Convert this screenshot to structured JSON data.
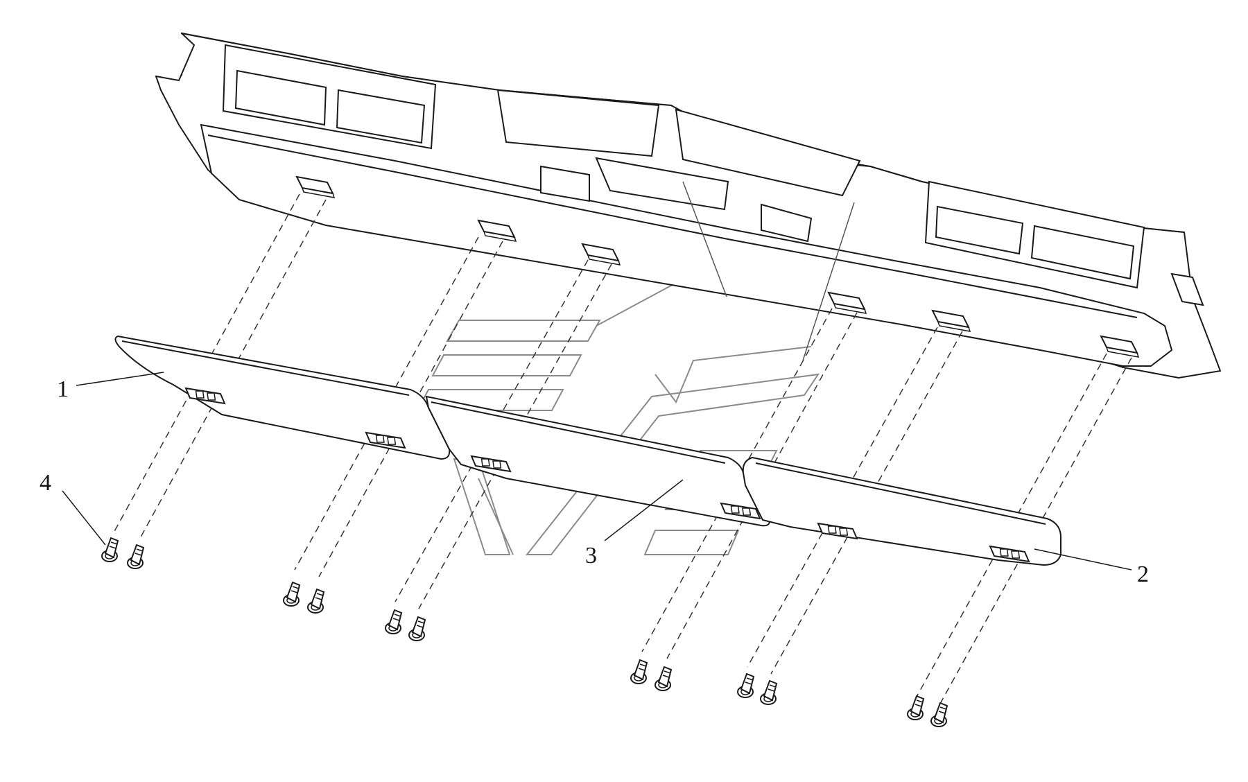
{
  "callouts": {
    "part_1": "1",
    "part_2": "2",
    "part_3": "3",
    "part_4": "4"
  },
  "colors": {
    "line": "#1a1a1a",
    "thin_line": "#555555",
    "watermark": "#8a8a8a",
    "panel_fill": "#ffffff"
  },
  "icons": {
    "screw": "screw-icon"
  }
}
